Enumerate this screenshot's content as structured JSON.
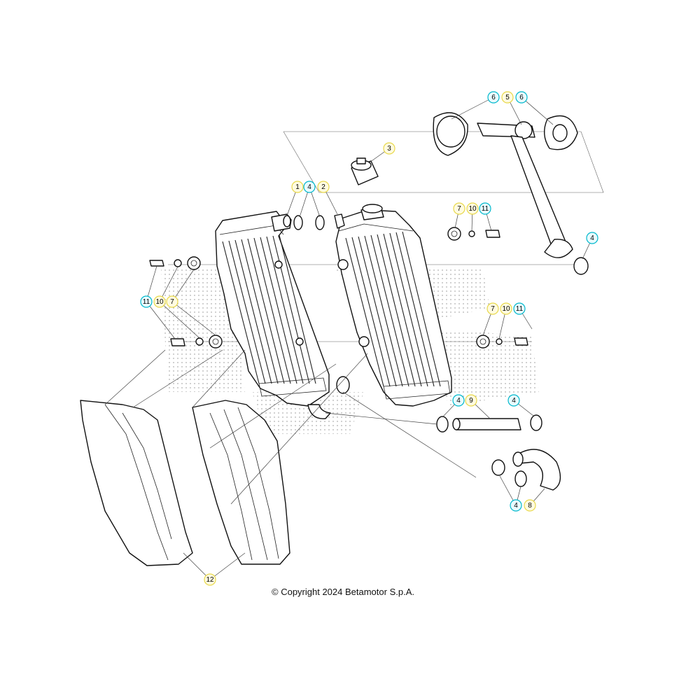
{
  "copyright": "© Copyright 2024 Betamotor S.p.A.",
  "colors": {
    "callout_cyan": "#00b8cc",
    "callout_yellow": "#e8d84a",
    "callout_yellow_fill": "#fffbe0",
    "callout_cyan_fill": "#e8fbff",
    "line": "#111111"
  },
  "callouts": [
    {
      "id": "c6a",
      "label": "6",
      "style": "cyan"
    },
    {
      "id": "c5",
      "label": "5",
      "style": "yellow"
    },
    {
      "id": "c6b",
      "label": "6",
      "style": "cyan"
    },
    {
      "id": "c3",
      "label": "3",
      "style": "yellow"
    },
    {
      "id": "c1",
      "label": "1",
      "style": "yellow"
    },
    {
      "id": "c4a",
      "label": "4",
      "style": "cyan"
    },
    {
      "id": "c2",
      "label": "2",
      "style": "yellow"
    },
    {
      "id": "c7a",
      "label": "7",
      "style": "yellow"
    },
    {
      "id": "c10a",
      "label": "10",
      "style": "yellow"
    },
    {
      "id": "c11a",
      "label": "11",
      "style": "cyan"
    },
    {
      "id": "c4b",
      "label": "4",
      "style": "cyan"
    },
    {
      "id": "c11b",
      "label": "11",
      "style": "cyan"
    },
    {
      "id": "c10b",
      "label": "10",
      "style": "yellow"
    },
    {
      "id": "c7b",
      "label": "7",
      "style": "yellow"
    },
    {
      "id": "c7c",
      "label": "7",
      "style": "yellow"
    },
    {
      "id": "c10c",
      "label": "10",
      "style": "yellow"
    },
    {
      "id": "c11c",
      "label": "11",
      "style": "cyan"
    },
    {
      "id": "c4c",
      "label": "4",
      "style": "cyan"
    },
    {
      "id": "c9",
      "label": "9",
      "style": "yellow"
    },
    {
      "id": "c4d",
      "label": "4",
      "style": "cyan"
    },
    {
      "id": "c4e",
      "label": "4",
      "style": "cyan"
    },
    {
      "id": "c8",
      "label": "8",
      "style": "yellow"
    },
    {
      "id": "c12",
      "label": "12",
      "style": "yellow"
    }
  ]
}
